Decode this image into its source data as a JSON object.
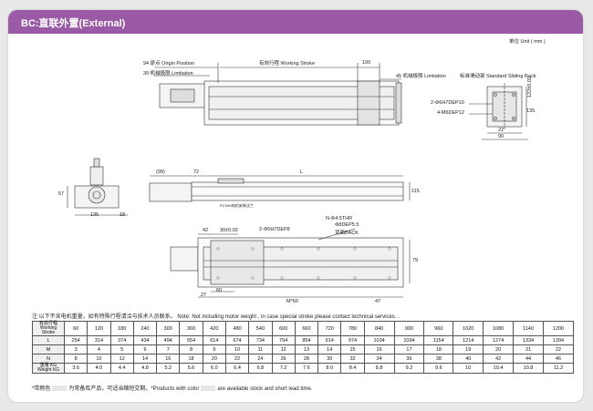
{
  "header": {
    "title": "BC:直联外置(External)"
  },
  "unit": "单位 Unit ( mm )",
  "labels": {
    "origin": "94 原点 Origin Position",
    "limit_left": "39 机械极限 Limitation",
    "stroke": "有效行程 Working Stroke",
    "dim_100": "100",
    "limit_right": "45 机械极限 Limitation",
    "rack": "标准滑动架 Standard Sliding Rack",
    "hole_top": "2-Φ6H7DEP10",
    "hole_top2": "4-M6DEP12",
    "dim_122": "122±0.02",
    "dim_135r": "135",
    "dim_22": "22",
    "dim_90": "90",
    "dim_57": "57",
    "dim_135": "135",
    "dim_18": "18",
    "dim_99": "(99)",
    "dim_72": "72",
    "dim_L": "L",
    "dim_115": "115",
    "side_note": "PC30H电机安装法兰",
    "hole_bottom": "N-Φ4.5THR",
    "hole_bottom2": "Φ8DEP5.5",
    "back": "背面BACK",
    "hole_mid": "2-Φ5H7DEP8",
    "dim_42": "42",
    "dim_30": "30±0.02",
    "dim_79": "79",
    "dim_27": "27",
    "dim_60": "60",
    "dim_M60": "M*60",
    "dim_47": "47"
  },
  "note_top": "注:以下不含电机重量，如有特殊行程请洽与技术人员联系。 Note: Not including motor weight , in case special stroke please contact technical services. .",
  "table": {
    "row_headers": [
      [
        "有效行程",
        "Working Stroke"
      ],
      [
        "L",
        ""
      ],
      [
        "M",
        ""
      ],
      [
        "N",
        ""
      ],
      [
        "重量 KG",
        "Weight KG"
      ]
    ],
    "strokes": [
      "60",
      "120",
      "180",
      "240",
      "300",
      "360",
      "420",
      "480",
      "540",
      "600",
      "660",
      "720",
      "780",
      "840",
      "900",
      "960",
      "1020",
      "1080",
      "1140",
      "1200"
    ],
    "L": [
      "254",
      "314",
      "374",
      "434",
      "494",
      "554",
      "614",
      "674",
      "734",
      "794",
      "854",
      "914",
      "974",
      "1034",
      "1094",
      "1154",
      "1214",
      "1274",
      "1334",
      "1394"
    ],
    "M": [
      "3",
      "4",
      "5",
      "6",
      "7",
      "8",
      "9",
      "10",
      "11",
      "12",
      "13",
      "14",
      "15",
      "16",
      "17",
      "18",
      "19",
      "20",
      "21",
      "22"
    ],
    "N": [
      "8",
      "10",
      "12",
      "14",
      "16",
      "18",
      "20",
      "22",
      "24",
      "26",
      "28",
      "30",
      "32",
      "34",
      "36",
      "38",
      "40",
      "42",
      "44",
      "46"
    ],
    "weight": [
      "3.6",
      "4.0",
      "4.4",
      "4.8",
      "5.2",
      "5.6",
      "6.0",
      "6.4",
      "6.8",
      "7.2",
      "7.6",
      "8.0",
      "8.4",
      "8.8",
      "9.2",
      "9.6",
      "10",
      "10.4",
      "10.8",
      "11.2"
    ]
  },
  "footnote_a": "*带颜色",
  "footnote_b": "为常备库产品，可适当缩短交期。*Products with color",
  "footnote_c": "are available stock and short lead time."
}
